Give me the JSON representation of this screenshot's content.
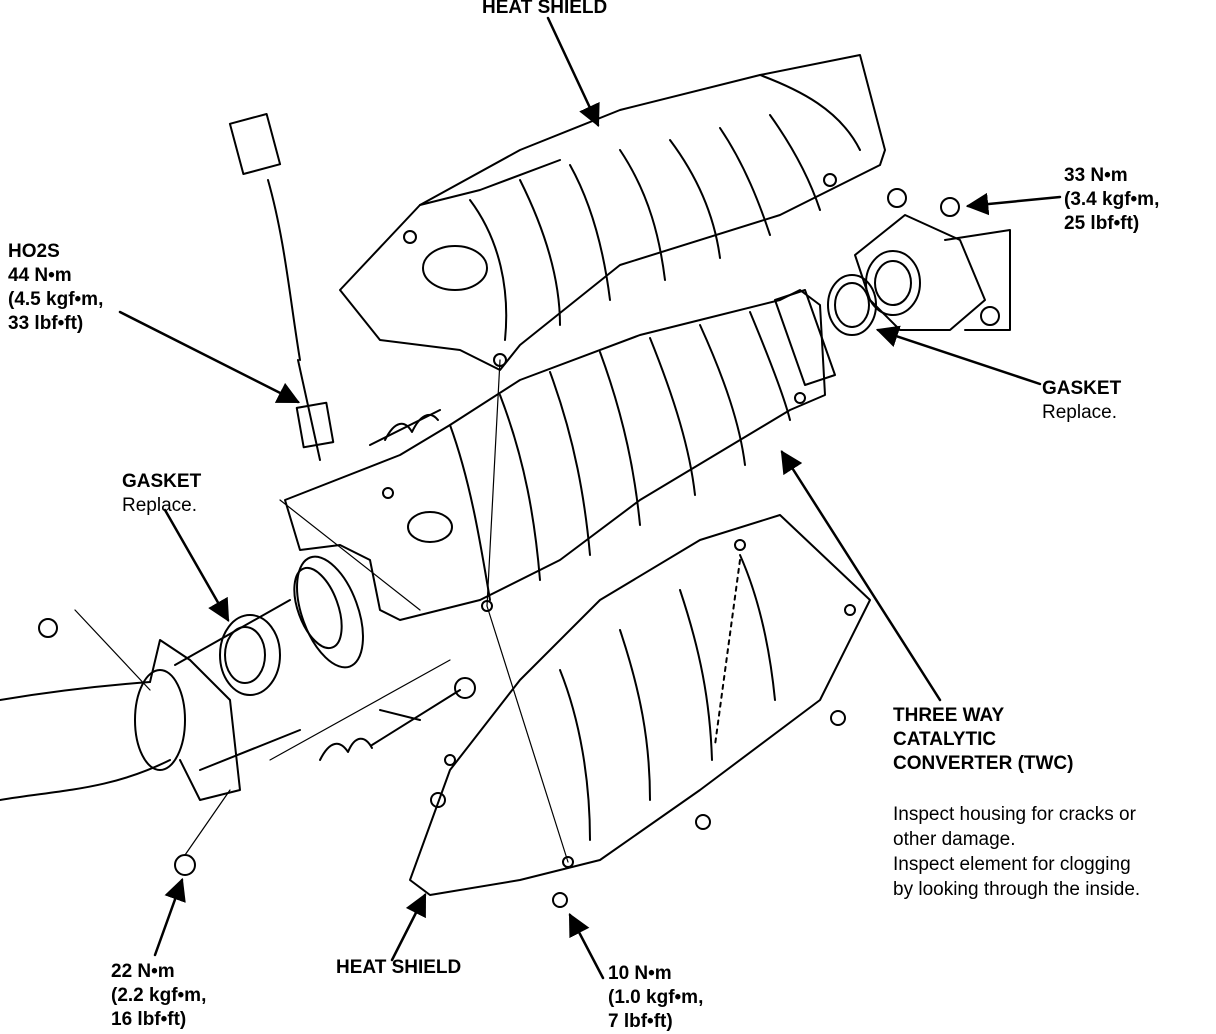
{
  "labels": {
    "heat_shield_top": "HEAT SHIELD",
    "torque_33": [
      "33 N•m",
      "(3.4 kgf•m,",
      "25 lbf•ft)"
    ],
    "ho2s": [
      "HO2S",
      "44 N•m",
      "(4.5 kgf•m,",
      "33 lbf•ft)"
    ],
    "gasket_right": {
      "title": "GASKET",
      "note": "Replace."
    },
    "gasket_left": {
      "title": "GASKET",
      "note": "Replace."
    },
    "twc": [
      "THREE WAY",
      "CATALYTIC",
      "CONVERTER (TWC)"
    ],
    "inspect": [
      "Inspect housing for cracks or",
      "other damage.",
      "Inspect element for clogging",
      "by looking through the inside."
    ],
    "torque_22": [
      "22 N•m",
      "(2.2 kgf•m,",
      "16 lbf•ft)"
    ],
    "heat_shield_bottom": "HEAT SHIELD",
    "torque_10": [
      "10 N•m",
      "(1.0 kgf•m,",
      "7 lbf•ft)"
    ]
  }
}
